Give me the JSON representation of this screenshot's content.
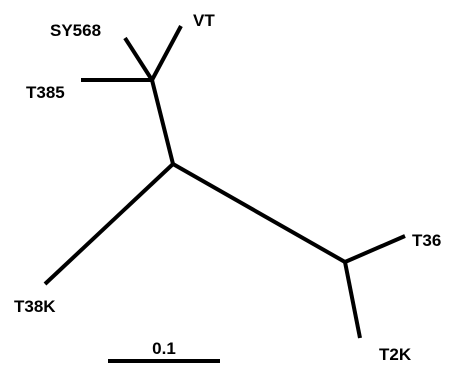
{
  "tree": {
    "leaves": {
      "sy568": "SY568",
      "vt": "VT",
      "t385": "T385",
      "t38k": "T38K",
      "t36": "T36",
      "t2k": "T2K"
    },
    "scale_bar": {
      "label": "0.1"
    }
  },
  "colors": {
    "ink": "#000000",
    "background": "#ffffff"
  }
}
